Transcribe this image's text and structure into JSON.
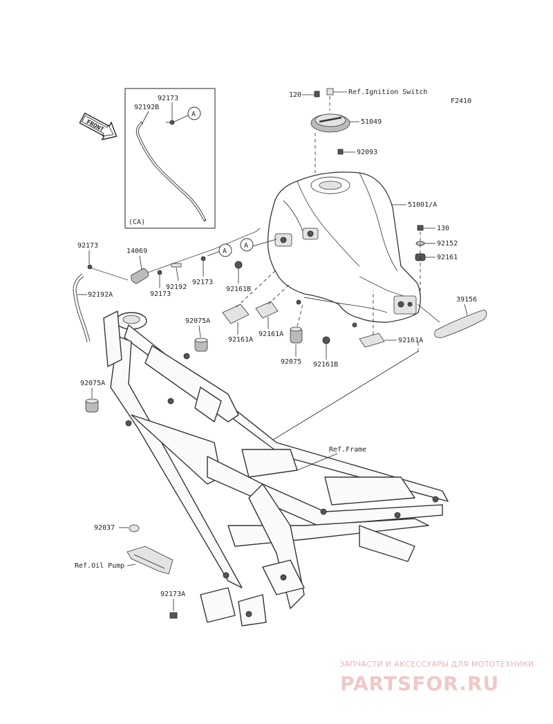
{
  "diagram": {
    "code": "F2410",
    "front_arrow": "FRONT",
    "inset_label": "(CA)",
    "ref_a": "A",
    "parts": {
      "p120": "120",
      "p_ign": "Ref.Ignition Switch",
      "p51049": "51049",
      "p92093": "92093",
      "p51001A": "51001/A",
      "p130": "130",
      "p92152": "92152",
      "p92161": "92161",
      "p39156": "39156",
      "p92173_inset": "92173",
      "p92192B": "92192B",
      "p92173_left": "92173",
      "p14069": "14069",
      "p92192A": "92192A",
      "p92173_b1": "92173",
      "p92192": "92192",
      "p92173_b2": "92173",
      "p92161B_1": "92161B",
      "p92161A_1": "92161A",
      "p92161A_2": "92161A",
      "p92075": "92075",
      "p92161B_2": "92161B",
      "p92161A_3": "92161A",
      "p92075A_1": "92075A",
      "p92075A_2": "92075A",
      "p_frame": "Ref.Frame",
      "p92037": "92037",
      "p_oil": "Ref.Oil Pump",
      "p92173A": "92173A"
    }
  },
  "watermark": {
    "tagline": "ЗАПЧАСТИ И АКСЕССУАРЫ ДЛЯ МОТОТЕХНИКИ",
    "brand": "PARTSFOR.RU"
  }
}
